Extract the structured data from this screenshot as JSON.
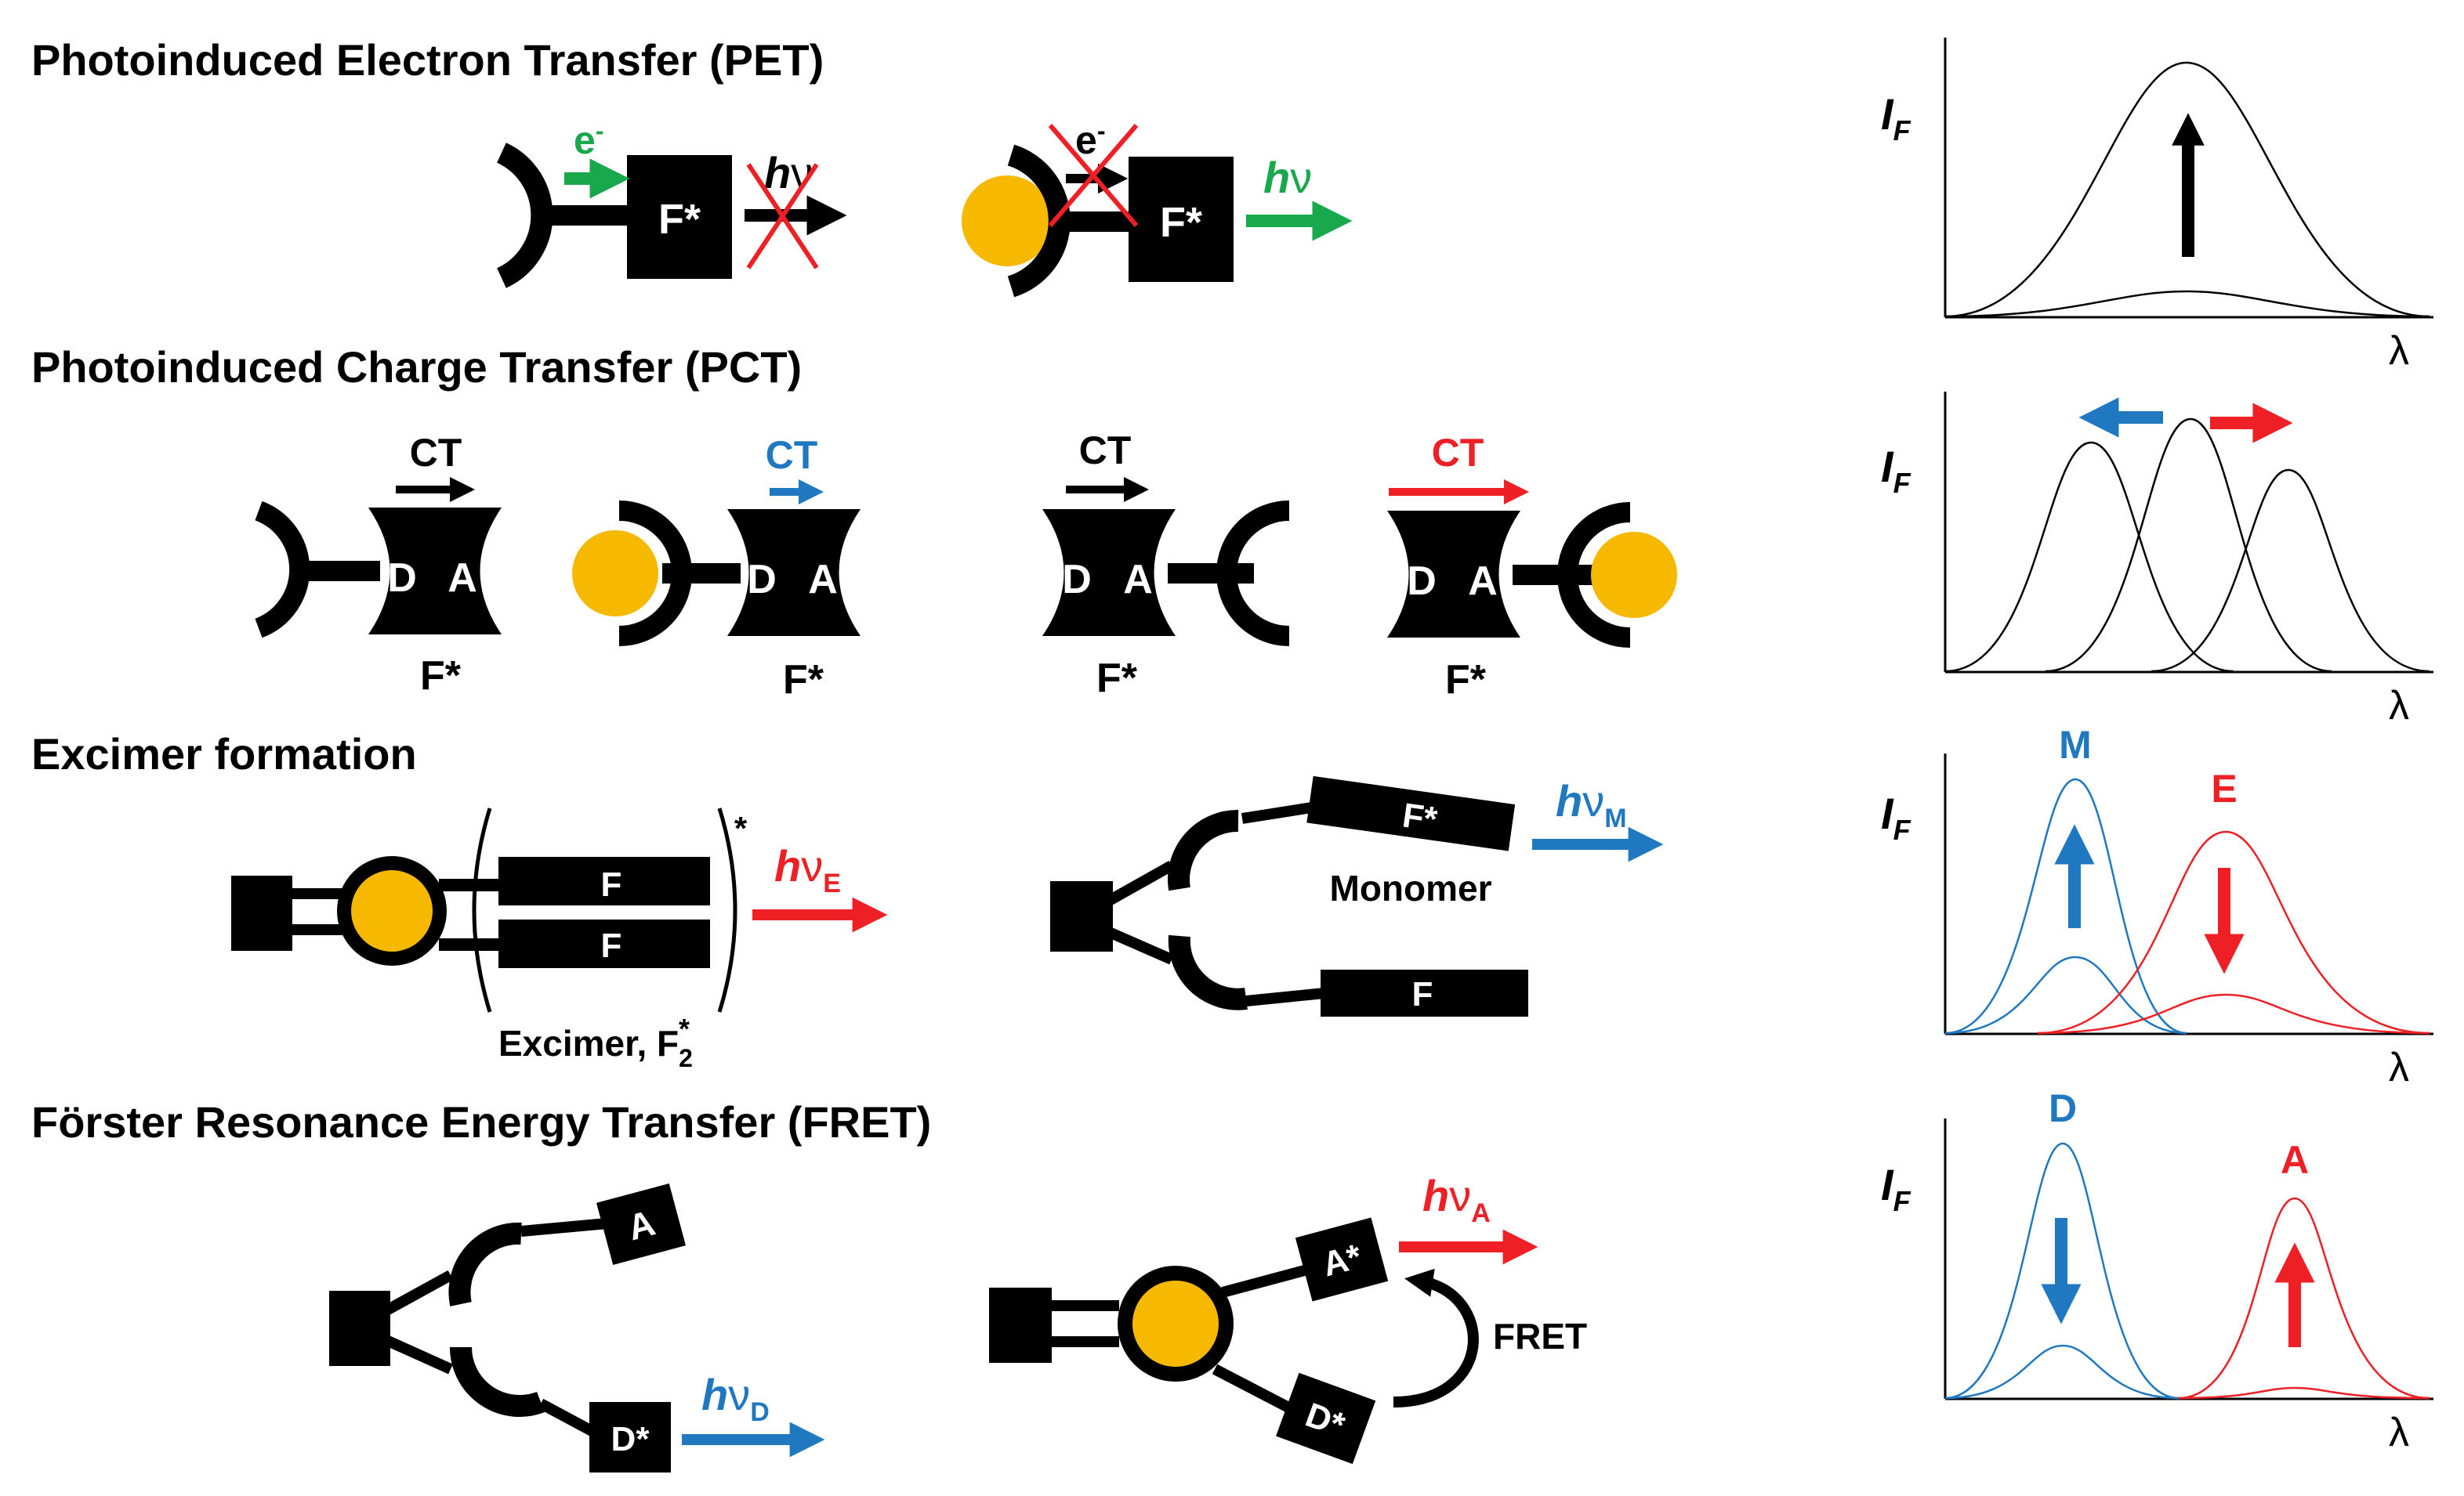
{
  "colors": {
    "black": "#000000",
    "green": "#1aa84d",
    "blue": "#1f78c0",
    "red": "#ee1f25",
    "yellow": "#f7b900"
  },
  "sections": {
    "pet": {
      "title": "Photoinduced Electron Transfer (PET)",
      "electron": "e",
      "electron_sup": "-",
      "fluor": "F*",
      "hv_h": "h",
      "hv_nu": "ν"
    },
    "pct": {
      "title": "Photoinduced Charge Transfer (PCT)",
      "ct": "CT",
      "donor": "D",
      "acceptor": "A",
      "fluor": "F*"
    },
    "excimer": {
      "title": "Excimer formation",
      "f": "F",
      "fstar": "F*",
      "star": "*",
      "excimer_label": "Excimer, F",
      "excimer_sub": "2",
      "excimer_sup": "*",
      "monomer_label": "Monomer",
      "hv_h": "h",
      "hv_nu": "ν",
      "sub_e": "E",
      "sub_m": "M"
    },
    "fret": {
      "title": "Förster Resonance Energy Transfer (FRET)",
      "a": "A",
      "astar": "A*",
      "dstar": "D*",
      "fret_label": "FRET",
      "hv_h": "h",
      "hv_nu": "ν",
      "sub_d": "D",
      "sub_a": "A"
    }
  },
  "plots": {
    "ylabel_i": "I",
    "ylabel_sub": "F",
    "xlabel": "λ",
    "excimer_peak_m": "M",
    "excimer_peak_e": "E",
    "fret_peak_d": "D",
    "fret_peak_a": "A"
  }
}
